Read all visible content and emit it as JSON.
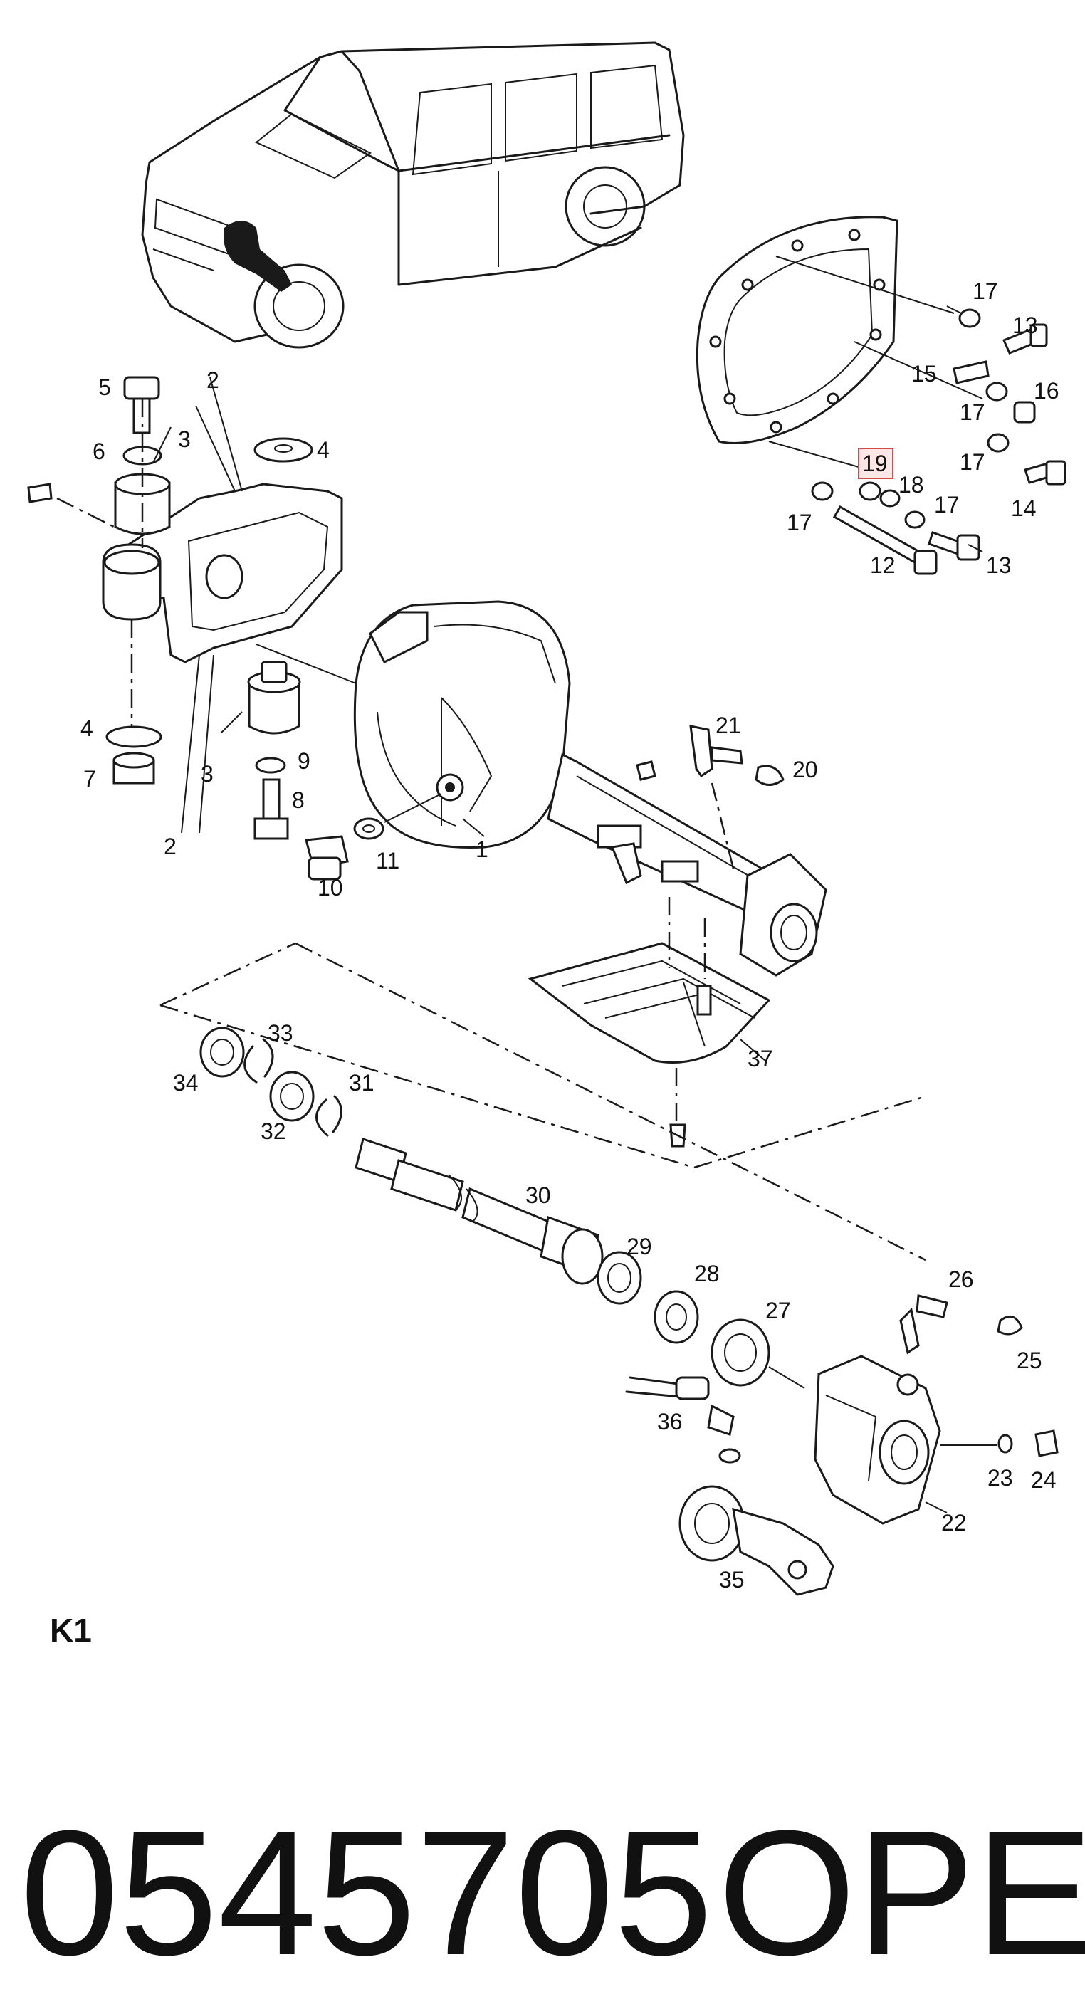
{
  "sheet_code": "K1",
  "part_number": "0545705",
  "brand": "OPEL",
  "highlighted_callout": "19",
  "callouts": [
    {
      "id": "c1",
      "label": "1"
    },
    {
      "id": "c2a",
      "label": "2"
    },
    {
      "id": "c2b",
      "label": "2"
    },
    {
      "id": "c3a",
      "label": "3"
    },
    {
      "id": "c3b",
      "label": "3"
    },
    {
      "id": "c4a",
      "label": "4"
    },
    {
      "id": "c4b",
      "label": "4"
    },
    {
      "id": "c5",
      "label": "5"
    },
    {
      "id": "c6",
      "label": "6"
    },
    {
      "id": "c7",
      "label": "7"
    },
    {
      "id": "c8",
      "label": "8"
    },
    {
      "id": "c9",
      "label": "9"
    },
    {
      "id": "c10",
      "label": "10"
    },
    {
      "id": "c11",
      "label": "11"
    },
    {
      "id": "c12",
      "label": "12"
    },
    {
      "id": "c13a",
      "label": "13"
    },
    {
      "id": "c13b",
      "label": "13"
    },
    {
      "id": "c14",
      "label": "14"
    },
    {
      "id": "c15",
      "label": "15"
    },
    {
      "id": "c16",
      "label": "16"
    },
    {
      "id": "c17a",
      "label": "17"
    },
    {
      "id": "c17b",
      "label": "17"
    },
    {
      "id": "c17c",
      "label": "17"
    },
    {
      "id": "c17d",
      "label": "17"
    },
    {
      "id": "c17e",
      "label": "17"
    },
    {
      "id": "c18",
      "label": "18"
    },
    {
      "id": "c19",
      "label": "19"
    },
    {
      "id": "c20",
      "label": "20"
    },
    {
      "id": "c21",
      "label": "21"
    },
    {
      "id": "c22",
      "label": "22"
    },
    {
      "id": "c23",
      "label": "23"
    },
    {
      "id": "c24",
      "label": "24"
    },
    {
      "id": "c25",
      "label": "25"
    },
    {
      "id": "c26",
      "label": "26"
    },
    {
      "id": "c27",
      "label": "27"
    },
    {
      "id": "c28",
      "label": "28"
    },
    {
      "id": "c29",
      "label": "29"
    },
    {
      "id": "c30",
      "label": "30"
    },
    {
      "id": "c31",
      "label": "31"
    },
    {
      "id": "c32",
      "label": "32"
    },
    {
      "id": "c33",
      "label": "33"
    },
    {
      "id": "c34",
      "label": "34"
    },
    {
      "id": "c35",
      "label": "35"
    },
    {
      "id": "c36",
      "label": "36"
    },
    {
      "id": "c37",
      "label": "37"
    }
  ]
}
